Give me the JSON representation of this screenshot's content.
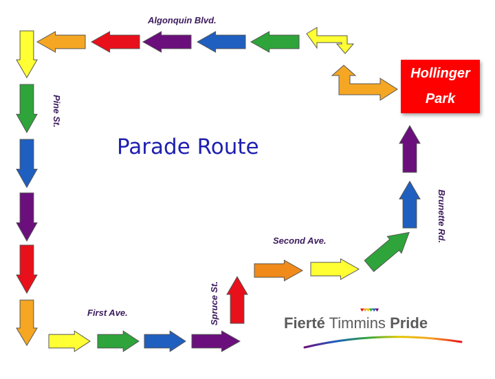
{
  "title": "Parade Route",
  "destination": {
    "line1": "Hollinger",
    "line2": "Park",
    "color": "#ff0000"
  },
  "streets": {
    "algonquin": "Algonquin Blvd.",
    "pine": "Pine St.",
    "first": "First Ave.",
    "spruce": "Spruce St.",
    "second": "Second Ave.",
    "brunette": "Brunette Rd."
  },
  "logo": {
    "word1": "Fierté",
    "word2": "Timmins",
    "word3": "Pride"
  },
  "colors": {
    "yellow": "#ffff33",
    "orange": "#f5a623",
    "red": "#e8101a",
    "purple": "#6a0f7c",
    "blue": "#1f5fbf",
    "green": "#2ea43a",
    "darkorange": "#f08a1a",
    "title": "#1f1fb0",
    "street_label": "#3b1a5c"
  },
  "route_arrows": [
    {
      "direction": "down",
      "color": "yellow"
    },
    {
      "direction": "down",
      "color": "green"
    },
    {
      "direction": "down",
      "color": "blue"
    },
    {
      "direction": "down",
      "color": "purple"
    },
    {
      "direction": "down",
      "color": "red"
    },
    {
      "direction": "down",
      "color": "orange"
    },
    {
      "direction": "right",
      "color": "yellow"
    },
    {
      "direction": "right",
      "color": "green"
    },
    {
      "direction": "right",
      "color": "blue"
    },
    {
      "direction": "right",
      "color": "purple"
    },
    {
      "direction": "up",
      "color": "red"
    },
    {
      "direction": "right",
      "color": "darkorange"
    },
    {
      "direction": "right",
      "color": "yellow"
    },
    {
      "direction": "up-right",
      "color": "green"
    },
    {
      "direction": "up",
      "color": "blue"
    },
    {
      "direction": "up",
      "color": "purple"
    },
    {
      "direction": "left",
      "color": "orange"
    },
    {
      "direction": "left",
      "color": "red"
    },
    {
      "direction": "left",
      "color": "purple"
    },
    {
      "direction": "left",
      "color": "blue"
    },
    {
      "direction": "left",
      "color": "green"
    },
    {
      "direction": "bent-down",
      "color": "yellow"
    },
    {
      "direction": "bent-right",
      "color": "orange"
    }
  ]
}
